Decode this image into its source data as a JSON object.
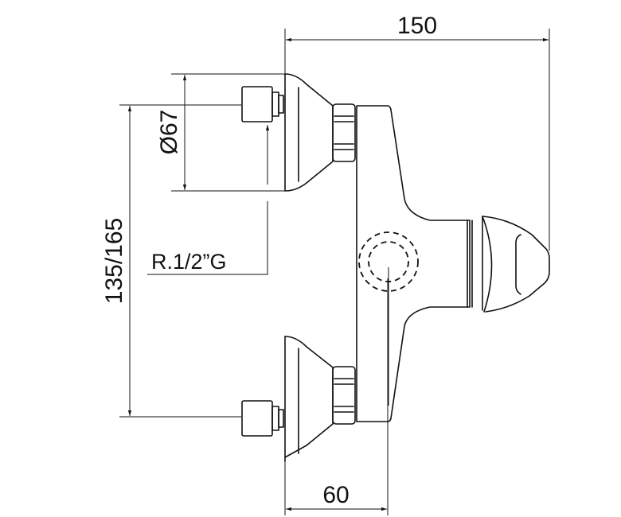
{
  "drawing": {
    "dimensions": {
      "overall_width": "150",
      "body_depth": "60",
      "escutcheon_diameter": "Ø67",
      "center_distance": "135/165",
      "thread": "R.1/2”G"
    },
    "line_color": "#111111",
    "background": "#ffffff"
  }
}
